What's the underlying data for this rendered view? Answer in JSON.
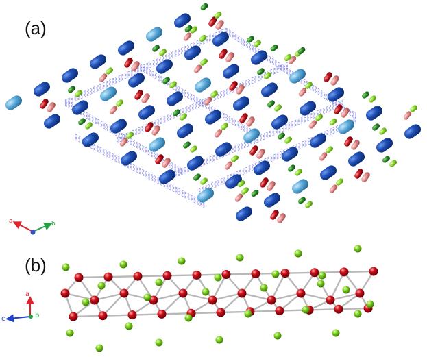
{
  "figure": {
    "panels": [
      {
        "label": "(a)",
        "axes": {
          "a": "a",
          "b": "b"
        },
        "axis_colors": {
          "a": "#e0202a",
          "b": "#20a040",
          "origin": "#3a4fd0"
        }
      },
      {
        "label": "(b)",
        "axes": {
          "a": "a",
          "b": "b",
          "c": "c"
        },
        "axis_colors": {
          "a": "#e0202a",
          "b": "#20a040",
          "c": "#2040d0"
        }
      }
    ]
  },
  "colors": {
    "large_ion_dark": "#1f4fb5",
    "large_ion_light": "#5aa8d8",
    "metal_red": "#c0141c",
    "metal_pink": "#e08a8a",
    "green_dark": "#2a8a2a",
    "green_light": "#8ad82a",
    "bond_blue": "#6a6ae0",
    "red_atom": "#d0101a",
    "green_atom": "#7ad01a",
    "bond_grey": "#b8b8b8"
  }
}
